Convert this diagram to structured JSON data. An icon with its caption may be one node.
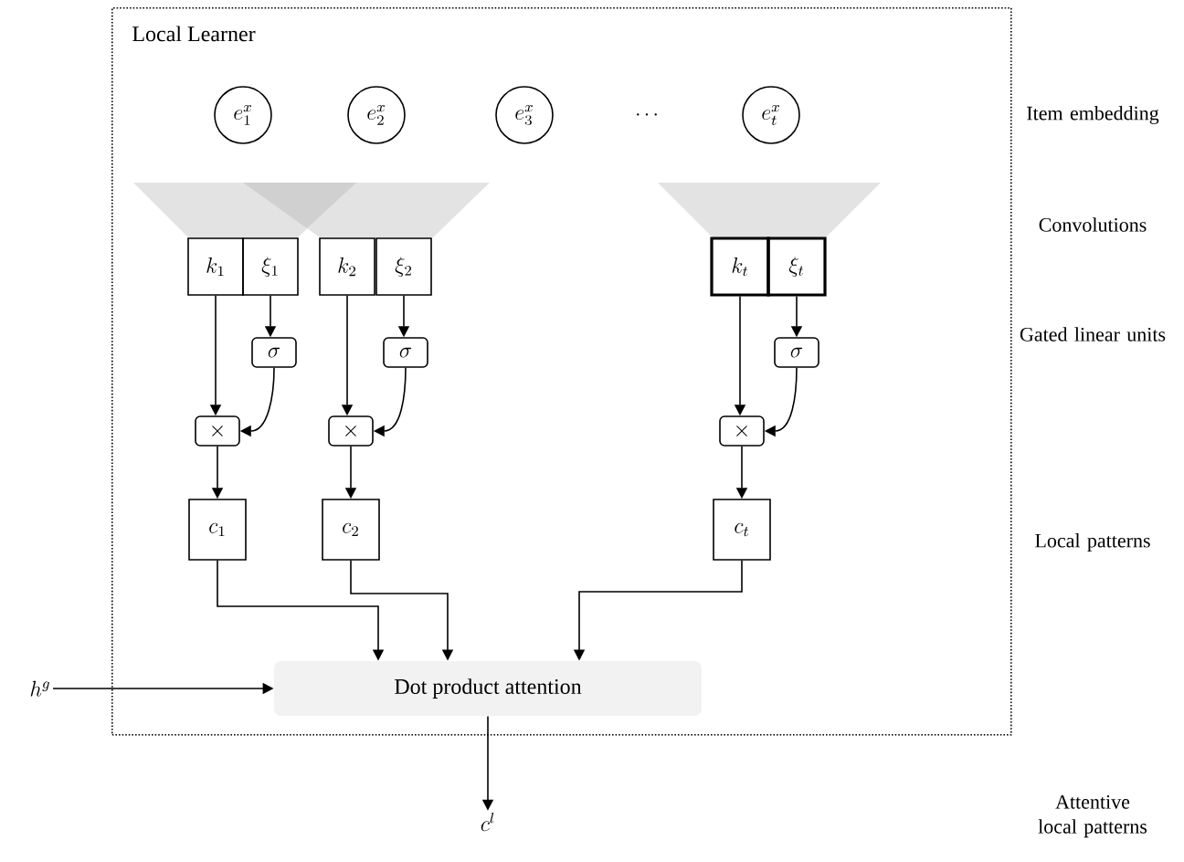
{
  "diagram": {
    "nodes": [
      {
        "text": [
          "Local Learner"
        ]
      },
      {
        "text": [
          "e_1^x"
        ],
        "in": 0
      },
      {
        "text": [
          "e_2^x"
        ],
        "in": 0
      },
      {
        "text": [
          "e_3^x"
        ],
        "in": 0
      },
      {
        "text": [
          "e_t^x"
        ],
        "in": 0
      },
      {
        "text": [
          "k_1"
        ],
        "in": 0
      },
      {
        "text": [
          "\\xi_1"
        ],
        "in": 0
      },
      {
        "text": [
          "\\sigma"
        ],
        "in": 0
      },
      {
        "text": [
          "\\times"
        ],
        "in": 0
      },
      {
        "text": [
          "c_1"
        ],
        "in": 0
      },
      {
        "text": [
          "k_2"
        ],
        "in": 0
      },
      {
        "text": [
          "\\xi_2"
        ],
        "in": 0
      },
      {
        "text": [
          "\\sigma"
        ],
        "in": 0
      },
      {
        "text": [
          "\\times"
        ],
        "in": 0
      },
      {
        "text": [
          "c_2"
        ],
        "in": 0
      },
      {
        "text": [
          "k_t"
        ],
        "in": 0
      },
      {
        "text": [
          "\\xi_t"
        ],
        "in": 0
      },
      {
        "text": [
          "\\sigma"
        ],
        "in": 0
      },
      {
        "text": [
          "\\times"
        ],
        "in": 0
      },
      {
        "text": [
          "c_t"
        ],
        "in": 0
      },
      {
        "text": [
          "Dot product attention"
        ],
        "in": 0
      },
      {
        "text": [
          "h^g"
        ]
      },
      {
        "text": [
          "c^l"
        ]
      }
    ],
    "edges": [
      {
        "from": 5,
        "to": 8,
        "arrow": "to"
      },
      {
        "from": 6,
        "to": 7,
        "arrow": "to"
      },
      {
        "from": 7,
        "to": 8,
        "arrow": "to"
      },
      {
        "from": 8,
        "to": 9,
        "arrow": "to"
      },
      {
        "from": 10,
        "to": 13,
        "arrow": "to"
      },
      {
        "from": 11,
        "to": 12,
        "arrow": "to"
      },
      {
        "from": 12,
        "to": 13,
        "arrow": "to"
      },
      {
        "from": 13,
        "to": 14,
        "arrow": "to"
      },
      {
        "from": 15,
        "to": 18,
        "arrow": "to"
      },
      {
        "from": 16,
        "to": 17,
        "arrow": "to"
      },
      {
        "from": 17,
        "to": 18,
        "arrow": "to"
      },
      {
        "from": 18,
        "to": 19,
        "arrow": "to"
      },
      {
        "from": 9,
        "to": 20,
        "arrow": "to"
      },
      {
        "from": 14,
        "to": 20,
        "arrow": "to"
      },
      {
        "from": 19,
        "to": 20,
        "arrow": "to"
      },
      {
        "from": 21,
        "to": 20,
        "arrow": "to"
      },
      {
        "from": 20,
        "to": 22,
        "arrow": "to"
      }
    ],
    "labels": [
      "\\cdots",
      "Item embedding",
      "Convolutions",
      "Gated linear units",
      "Local patterns",
      "Attentive local patterns"
    ]
  }
}
